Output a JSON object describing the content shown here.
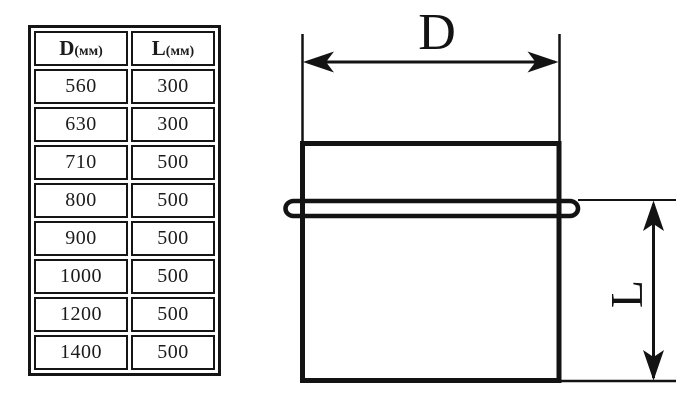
{
  "table": {
    "headers": [
      {
        "symbol": "D",
        "unit": "(мм)"
      },
      {
        "symbol": "L",
        "unit": "(мм)"
      }
    ],
    "rows": [
      [
        "560",
        "300"
      ],
      [
        "630",
        "300"
      ],
      [
        "710",
        "500"
      ],
      [
        "800",
        "500"
      ],
      [
        "900",
        "500"
      ],
      [
        "1000",
        "500"
      ],
      [
        "1200",
        "500"
      ],
      [
        "1400",
        "500"
      ]
    ]
  },
  "diagram": {
    "d_label": "D",
    "l_label": "L"
  },
  "colors": {
    "ink": "#131313",
    "background": "#ffffff"
  }
}
